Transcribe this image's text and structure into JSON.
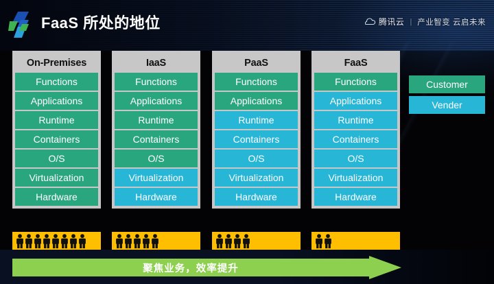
{
  "header": {
    "title": "FaaS 所处的地位",
    "logo_icon": "tencent-cloud-logo",
    "brand": {
      "cloud_icon": "cloud-icon",
      "name": "腾讯云",
      "divider": "|",
      "slogan": "产业智变 云启未来"
    }
  },
  "legend": {
    "items": [
      {
        "label": "Customer",
        "role": "customer",
        "color": "#2aa67f"
      },
      {
        "label": "Vender",
        "role": "vender",
        "color": "#27b6d6"
      }
    ]
  },
  "layers": [
    "Functions",
    "Applications",
    "Runtime",
    "Containers",
    "O/S",
    "Virtualization",
    "Hardware"
  ],
  "columns": [
    {
      "title": "On-Premises",
      "people": 8,
      "cells": [
        {
          "label": "Functions",
          "role": "customer"
        },
        {
          "label": "Applications",
          "role": "customer"
        },
        {
          "label": "Runtime",
          "role": "customer"
        },
        {
          "label": "Containers",
          "role": "customer"
        },
        {
          "label": "O/S",
          "role": "customer"
        },
        {
          "label": "Virtualization",
          "role": "customer"
        },
        {
          "label": "Hardware",
          "role": "customer"
        }
      ]
    },
    {
      "title": "IaaS",
      "people": 5,
      "cells": [
        {
          "label": "Functions",
          "role": "customer"
        },
        {
          "label": "Applications",
          "role": "customer"
        },
        {
          "label": "Runtime",
          "role": "customer"
        },
        {
          "label": "Containers",
          "role": "customer"
        },
        {
          "label": "O/S",
          "role": "customer"
        },
        {
          "label": "Virtualization",
          "role": "vender"
        },
        {
          "label": "Hardware",
          "role": "vender"
        }
      ]
    },
    {
      "title": "PaaS",
      "people": 4,
      "cells": [
        {
          "label": "Functions",
          "role": "customer"
        },
        {
          "label": "Applications",
          "role": "customer"
        },
        {
          "label": "Runtime",
          "role": "vender"
        },
        {
          "label": "Containers",
          "role": "vender"
        },
        {
          "label": "O/S",
          "role": "vender"
        },
        {
          "label": "Virtualization",
          "role": "vender"
        },
        {
          "label": "Hardware",
          "role": "vender"
        }
      ]
    },
    {
      "title": "FaaS",
      "people": 2,
      "cells": [
        {
          "label": "Functions",
          "role": "customer"
        },
        {
          "label": "Applications",
          "role": "vender"
        },
        {
          "label": "Runtime",
          "role": "vender"
        },
        {
          "label": "Containers",
          "role": "vender"
        },
        {
          "label": "O/S",
          "role": "vender"
        },
        {
          "label": "Virtualization",
          "role": "vender"
        },
        {
          "label": "Hardware",
          "role": "vender"
        }
      ]
    }
  ],
  "arrow": {
    "label": "聚焦业务，效率提升",
    "color": "#8dcf4e"
  },
  "colors": {
    "customer": "#2aa67f",
    "vender": "#27b6d6",
    "panel": "#c7c7c7",
    "people_bar": "#ffbf00",
    "arrow": "#8dcf4e",
    "background": "#030305"
  }
}
